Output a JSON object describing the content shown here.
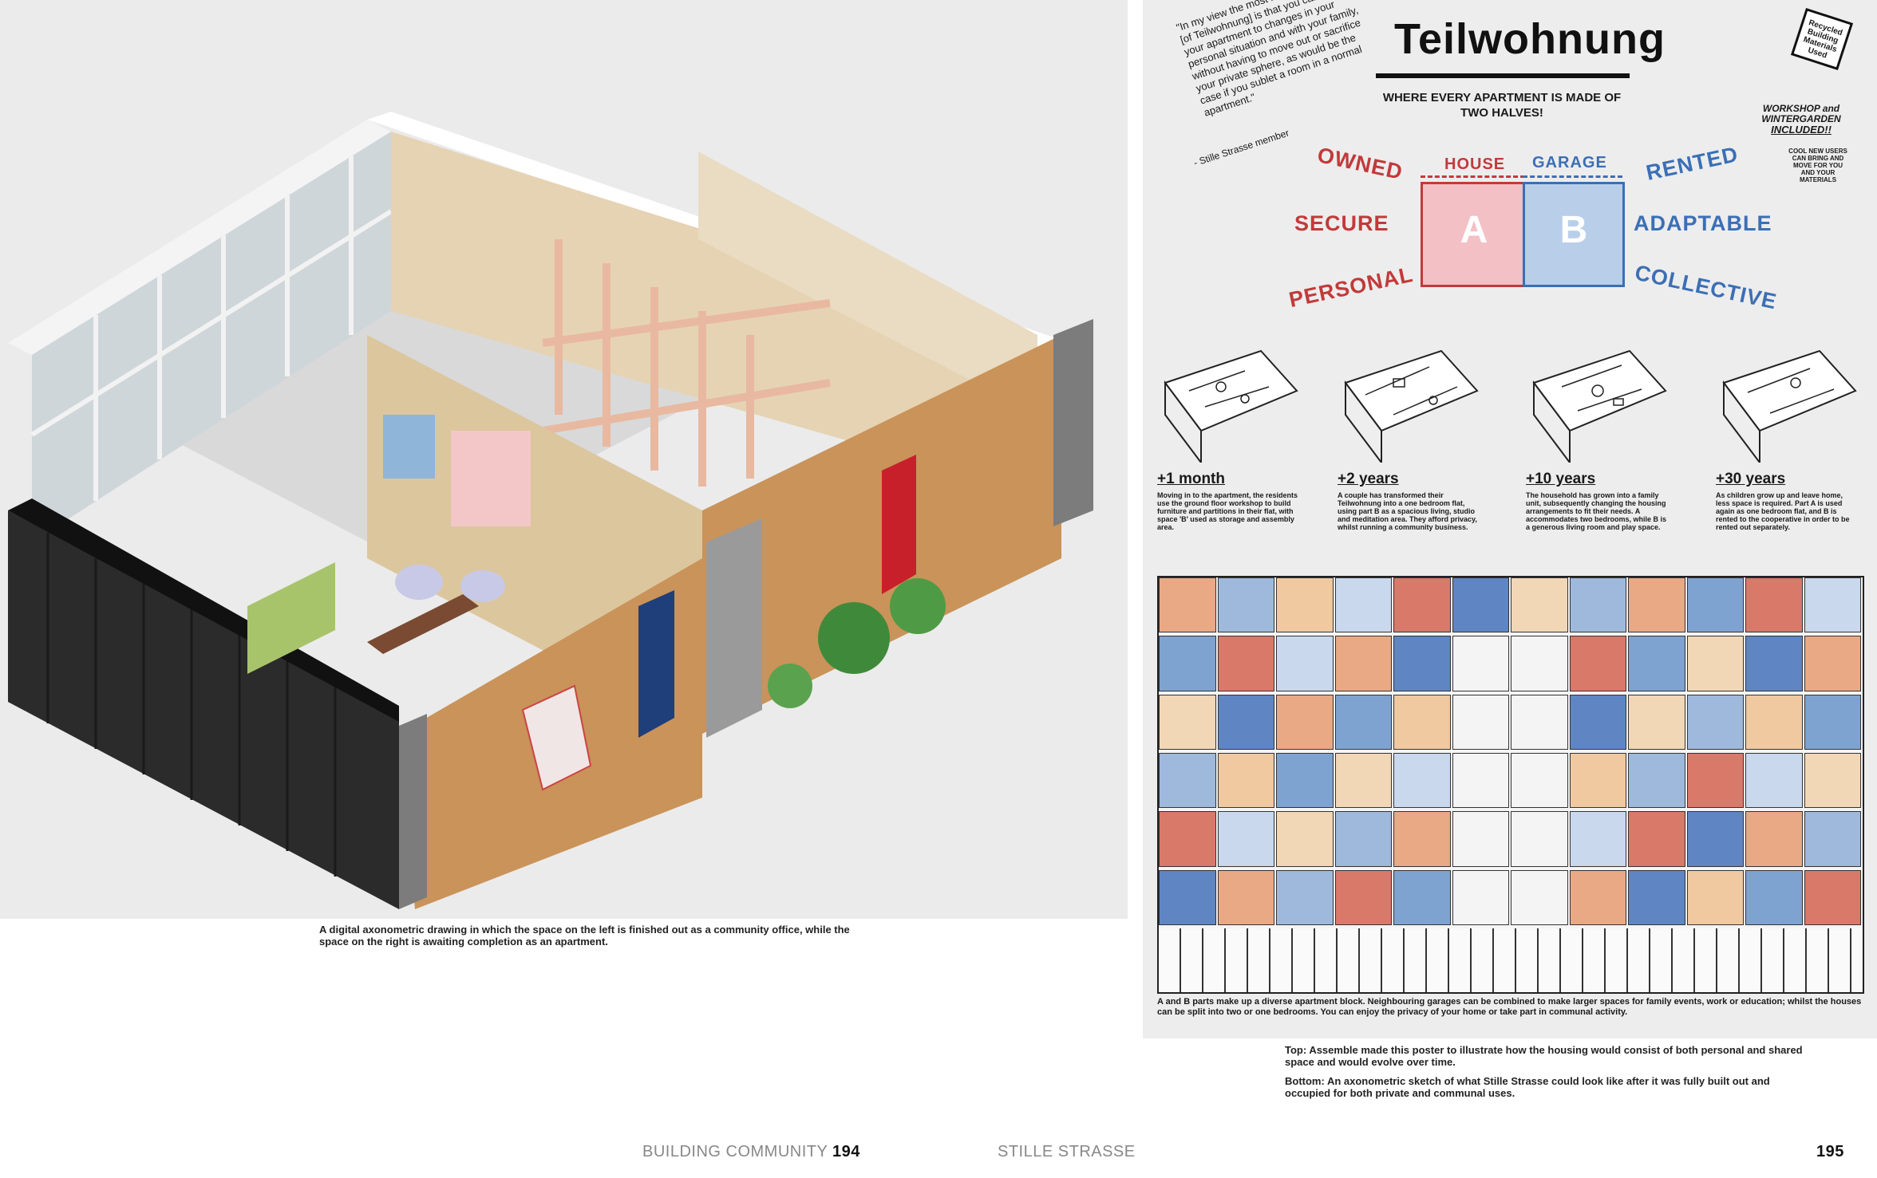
{
  "left_caption": "A digital axonometric drawing in which the space on the left is finished out as a community office, while the space on the right is awaiting completion as an apartment.",
  "poster": {
    "title": "Teilwohnung",
    "subtitle": "WHERE EVERY APARTMENT IS MADE OF TWO HALVES!",
    "quote": "\"In my view the most important aspect [of Teilwohnung] is that you can adapt your apartment to changes in your personal situation and with your family, without having to move out or sacrifice your private sphere, as would be the case if you sublet a room in a normal apartment.\"",
    "quote_attr": "- Stille Strasse member",
    "stamp": "Recycled Building Materials Used",
    "workshop": "WORKSHOP and WINTERGARDEN",
    "workshop_included": "INCLUDED!!",
    "workshop_note": "COOL NEW USERS CAN BRING AND MOVE FOR YOU AND YOUR MATERIALS",
    "left_words": [
      "OWNED",
      "SECURE",
      "PERSONAL"
    ],
    "right_words": [
      "RENTED",
      "ADAPTABLE",
      "COLLECTIVE"
    ],
    "house_label": "HOUSE",
    "garage_label": "GARAGE",
    "box_a": "A",
    "box_b": "B",
    "stages": [
      {
        "label": "+1 month",
        "text": "Moving in to the apartment, the residents use the ground floor workshop to build furniture and partitions in their flat, with space 'B' used as storage and assembly area."
      },
      {
        "label": "+2 years",
        "text": "A couple has transformed their Teilwohnung into a one bedroom flat, using part B as a spacious living, studio and meditation area. They afford privacy, whilst running a community business."
      },
      {
        "label": "+10 years",
        "text": "The household has grown into a family unit, subsequently changing the housing arrangements to fit their needs. A accommodates two bedrooms, while B is a generous living room and play space."
      },
      {
        "label": "+30 years",
        "text": "As children grow up and leave home, less space is required. Part A is used again as one bedroom flat, and B is rented to the cooperative in order to be rented out separately."
      }
    ],
    "bottom_caption": "A and B parts make up a diverse apartment block. Neighbouring garages can be combined to make larger spaces for family events, work or education; whilst the houses can be split into two or one bedrooms. You can enjoy the privacy of your home or take part in communal activity."
  },
  "right_caption": {
    "top": "Top: Assemble made this poster to illustrate how the housing would consist of both personal and shared space and would evolve over time.",
    "bottom": "Bottom: An axonometric sketch of what Stille Strasse could look like after it was fully built out and occupied for both private and communal uses."
  },
  "footer": {
    "left_section": "BUILDING COMMUNITY",
    "left_page": "194",
    "right_section": "STILLE STRASSE",
    "right_page": "195"
  },
  "colors": {
    "red": "#c23a3a",
    "blue": "#3b6fb5",
    "plywood": "#c9935a",
    "dark_wall": "#2b2b2b"
  }
}
